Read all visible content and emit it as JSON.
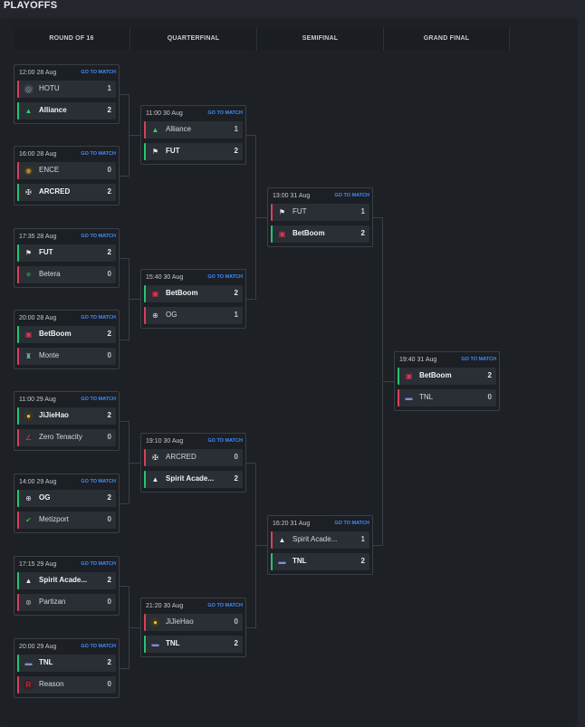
{
  "title": "PLAYOFFS",
  "rounds": [
    "ROUND OF 16",
    "QUARTERFINAL",
    "SEMIFINAL",
    "GRAND FINAL"
  ],
  "goto_label": "GO TO MATCH",
  "matches": [
    {
      "time": "12:00",
      "date": "28 Aug",
      "t1": {
        "name": "HOTU",
        "score": "1",
        "logo": "hotu-logo",
        "win": false
      },
      "t2": {
        "name": "Alliance",
        "score": "2",
        "logo": "alliance-logo",
        "win": true
      }
    },
    {
      "time": "16:00",
      "date": "28 Aug",
      "t1": {
        "name": "ENCE",
        "score": "0",
        "logo": "ence-logo",
        "win": false
      },
      "t2": {
        "name": "ARCRED",
        "score": "2",
        "logo": "arcred-logo",
        "win": true
      }
    },
    {
      "time": "17:35",
      "date": "28 Aug",
      "t1": {
        "name": "FUT",
        "score": "2",
        "logo": "fut-logo",
        "win": true
      },
      "t2": {
        "name": "Betera",
        "score": "0",
        "logo": "betera-logo",
        "win": false
      }
    },
    {
      "time": "20:00",
      "date": "28 Aug",
      "t1": {
        "name": "BetBoom",
        "score": "2",
        "logo": "betboom-logo",
        "win": true
      },
      "t2": {
        "name": "Monte",
        "score": "0",
        "logo": "monte-logo",
        "win": false
      }
    },
    {
      "time": "11:00",
      "date": "29 Aug",
      "t1": {
        "name": "JiJieHao",
        "score": "2",
        "logo": "jijiehao-logo",
        "win": true
      },
      "t2": {
        "name": "Zero Tenacity",
        "score": "0",
        "logo": "zero-tenacity-logo",
        "win": false
      }
    },
    {
      "time": "14:00",
      "date": "29 Aug",
      "t1": {
        "name": "OG",
        "score": "2",
        "logo": "og-logo",
        "win": true
      },
      "t2": {
        "name": "Metizport",
        "score": "0",
        "logo": "metizport-logo",
        "win": false
      }
    },
    {
      "time": "17:15",
      "date": "29 Aug",
      "t1": {
        "name": "Spirit Acade...",
        "score": "2",
        "logo": "spirit-logo",
        "win": true
      },
      "t2": {
        "name": "Partizan",
        "score": "0",
        "logo": "partizan-logo",
        "win": false
      }
    },
    {
      "time": "20:00",
      "date": "29 Aug",
      "t1": {
        "name": "TNL",
        "score": "2",
        "logo": "tnl-logo",
        "win": true
      },
      "t2": {
        "name": "Reason",
        "score": "0",
        "logo": "reason-logo",
        "win": false
      }
    },
    {
      "time": "11:00",
      "date": "30 Aug",
      "t1": {
        "name": "Alliance",
        "score": "1",
        "logo": "alliance-logo",
        "win": false
      },
      "t2": {
        "name": "FUT",
        "score": "2",
        "logo": "fut-logo",
        "win": true
      }
    },
    {
      "time": "15:40",
      "date": "30 Aug",
      "t1": {
        "name": "BetBoom",
        "score": "2",
        "logo": "betboom-logo",
        "win": true
      },
      "t2": {
        "name": "OG",
        "score": "1",
        "logo": "og-logo",
        "win": false
      }
    },
    {
      "time": "19:10",
      "date": "30 Aug",
      "t1": {
        "name": "ARCRED",
        "score": "0",
        "logo": "arcred-logo",
        "win": false
      },
      "t2": {
        "name": "Spirit Acade...",
        "score": "2",
        "logo": "spirit-logo",
        "win": true
      }
    },
    {
      "time": "21:20",
      "date": "30 Aug",
      "t1": {
        "name": "JiJieHao",
        "score": "0",
        "logo": "jijiehao-logo",
        "win": false
      },
      "t2": {
        "name": "TNL",
        "score": "2",
        "logo": "tnl-logo",
        "win": true
      }
    },
    {
      "time": "13:00",
      "date": "31 Aug",
      "t1": {
        "name": "FUT",
        "score": "1",
        "logo": "fut-logo",
        "win": false
      },
      "t2": {
        "name": "BetBoom",
        "score": "2",
        "logo": "betboom-logo",
        "win": true
      }
    },
    {
      "time": "16:20",
      "date": "31 Aug",
      "t1": {
        "name": "Spirit Acade...",
        "score": "1",
        "logo": "spirit-logo",
        "win": false
      },
      "t2": {
        "name": "TNL",
        "score": "2",
        "logo": "tnl-logo",
        "win": true
      }
    },
    {
      "time": "19:40",
      "date": "31 Aug",
      "t1": {
        "name": "BetBoom",
        "score": "2",
        "logo": "betboom-logo",
        "win": true
      },
      "t2": {
        "name": "TNL",
        "score": "0",
        "logo": "tnl-logo",
        "win": false
      }
    }
  ],
  "colors": {
    "win": "#27c46e",
    "lose": "#d8405a",
    "link": "#3f8cff"
  }
}
